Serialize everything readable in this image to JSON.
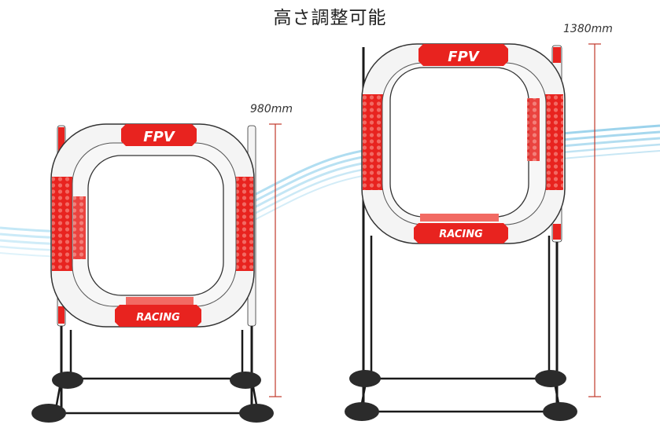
{
  "headline": "高さ調整可能",
  "gates": [
    {
      "id": "small",
      "height_label": "980mm",
      "top_banner": "FPV",
      "bottom_banner": "RACING"
    },
    {
      "id": "large",
      "height_label": "1380mm",
      "top_banner": "FPV",
      "bottom_banner": "RACING"
    }
  ],
  "colors": {
    "banner_red": "#e8231f",
    "frame_white": "#f4f4f4",
    "outline": "#333333",
    "pole": "#1a1a1a",
    "base": "#2b2b2b",
    "wave_blue": "#9fd4ec",
    "dimension_line": "#c0392b"
  }
}
